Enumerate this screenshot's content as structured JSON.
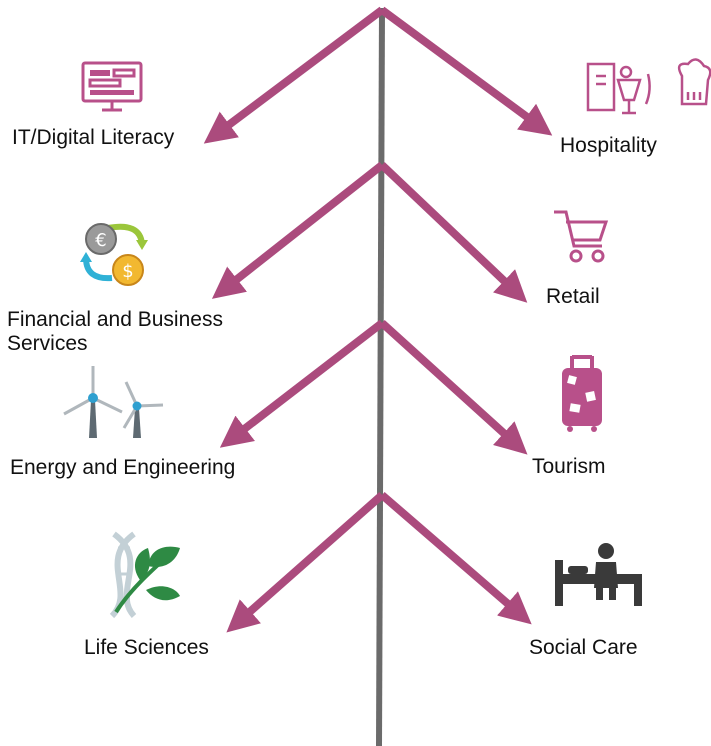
{
  "colors": {
    "trunk": "#6b6b6b",
    "branch": "#ab4b7d",
    "icon_pink": "#b8508a",
    "text": "#111111"
  },
  "sectors_left": [
    {
      "label": "IT/Digital Literacy",
      "icon": "computer-monitor-icon"
    },
    {
      "label": "Financial and Business Services",
      "icon": "currency-exchange-icon"
    },
    {
      "label": "Energy and Engineering",
      "icon": "wind-turbine-icon"
    },
    {
      "label": "Life Sciences",
      "icon": "dna-plant-icon"
    }
  ],
  "sectors_right": [
    {
      "label": "Hospitality",
      "icon": "menu-drinks-chef-hat-icon"
    },
    {
      "label": "Retail",
      "icon": "shopping-cart-icon"
    },
    {
      "label": "Tourism",
      "icon": "suitcase-icon"
    },
    {
      "label": "Social Care",
      "icon": "person-on-bed-icon"
    }
  ]
}
